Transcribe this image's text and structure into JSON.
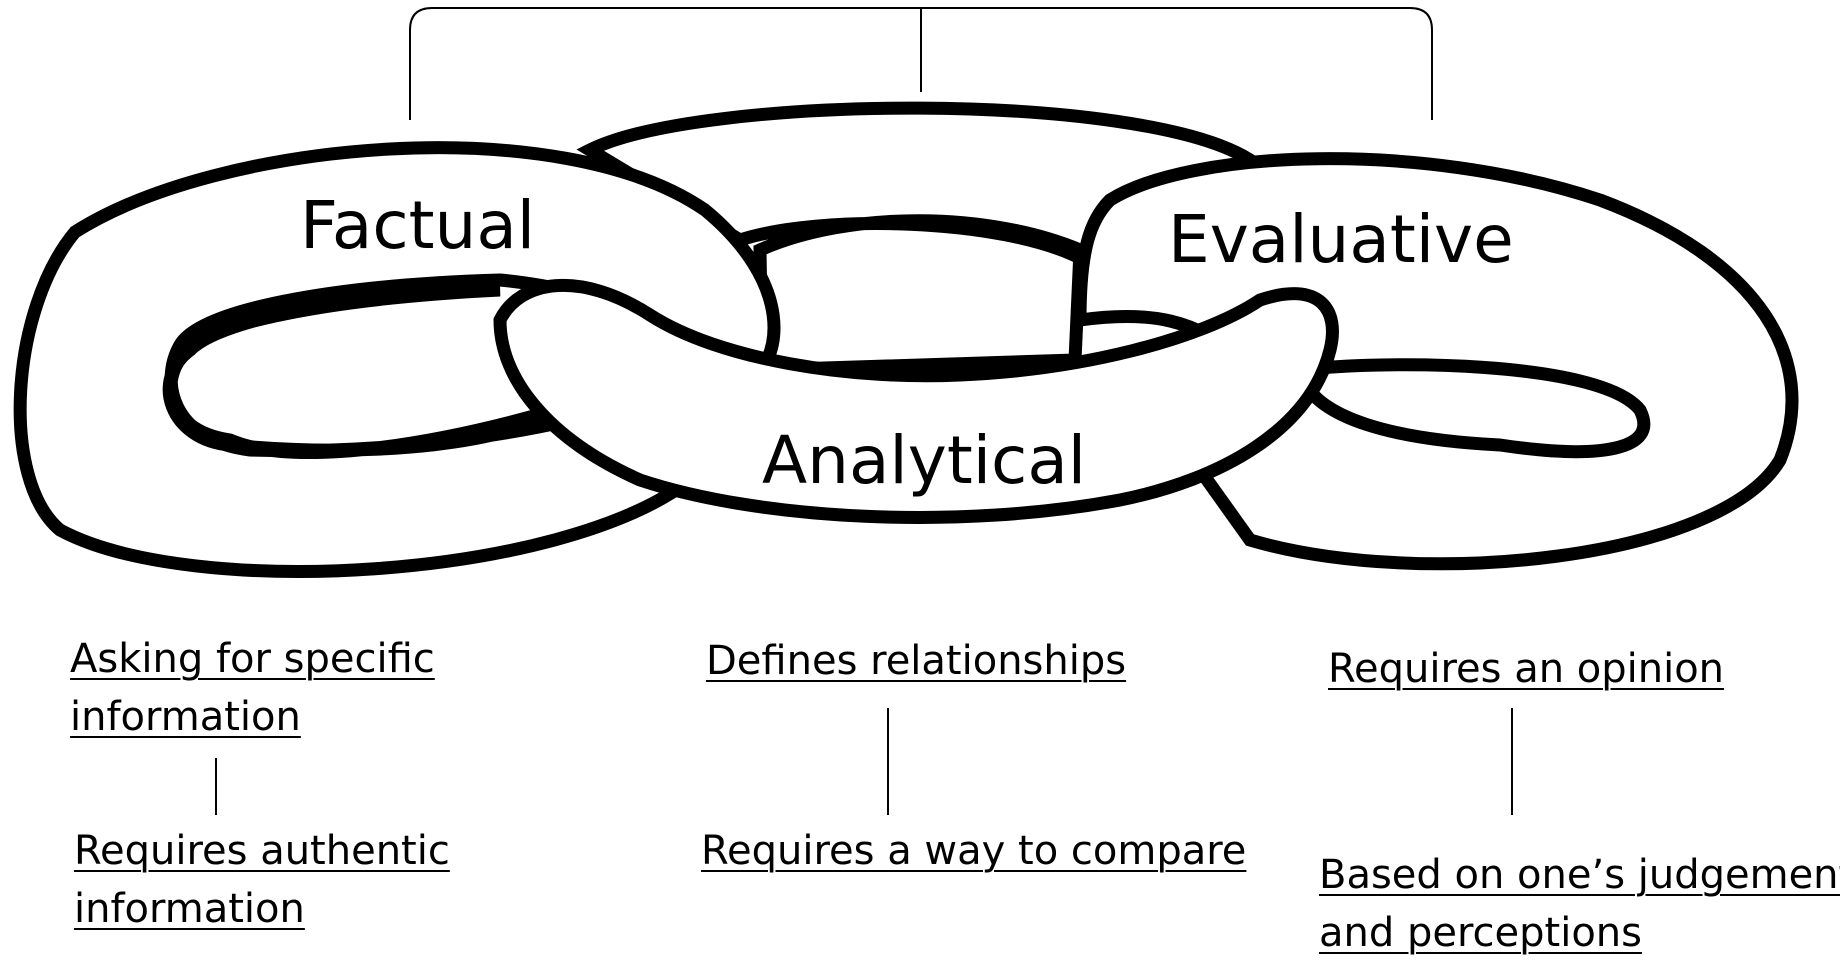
{
  "links": {
    "factual": "Factual",
    "analytical": "Analytical",
    "evaluative": "Evaluative"
  },
  "descriptions": {
    "factual": {
      "first_line1": "Asking for specific",
      "first_line2": "information",
      "second_line1": "Requires authentic",
      "second_line2": "information"
    },
    "analytical": {
      "first": "Defines relationships",
      "second": "Requires a way to compare"
    },
    "evaluative": {
      "first": "Requires an opinion",
      "second_line1": "Based on one’s judgement",
      "second_line2": "and perceptions"
    }
  },
  "colors": {
    "stroke": "#000000",
    "background": "#ffffff"
  }
}
